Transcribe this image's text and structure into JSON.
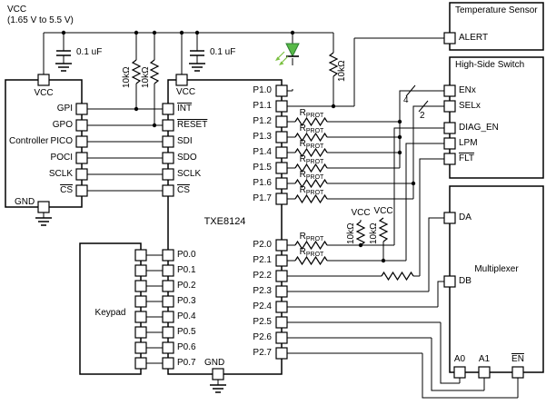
{
  "supply": {
    "vcc": "VCC",
    "range": "(1.65 V to 5.5 V)",
    "cap1": "0.1 uF",
    "cap2": "0.1 uF",
    "int_pullup": "10kΩ",
    "reset_pullup": "10kΩ",
    "alert_pullup": "10kΩ",
    "p2_pullup_vcc_1": "VCC",
    "p2_pullup_vcc_2": "VCC",
    "p2_pullup_1": "10kΩ",
    "p2_pullup_2": "10kΩ"
  },
  "controller": {
    "title": "Controller",
    "vcc": "VCC",
    "gnd": "GND",
    "pins": [
      "GPI",
      "GPO",
      "PICO",
      "POCI",
      "SCLK",
      "CS"
    ]
  },
  "chip": {
    "title": "TXE8124",
    "vcc": "VCC",
    "gnd": "GND",
    "spi_pins": [
      "INT",
      "RESET",
      "SDI",
      "SDO",
      "SCLK",
      "CS"
    ],
    "p0_pins": [
      "P0.0",
      "P0.1",
      "P0.2",
      "P0.3",
      "P0.4",
      "P0.5",
      "P0.6",
      "P0.7"
    ],
    "p1_pins": [
      "P1.0",
      "P1.1",
      "P1.2",
      "P1.3",
      "P1.4",
      "P1.5",
      "P1.6",
      "P1.7"
    ],
    "p2_pins": [
      "P2.0",
      "P2.1",
      "P2.2",
      "P2.3",
      "P2.4",
      "P2.5",
      "P2.6",
      "P2.7"
    ]
  },
  "keypad": {
    "title": "Keypad"
  },
  "temperature_sensor": {
    "title": "Temperature Sensor",
    "alert": "ALERT"
  },
  "high_side_switch": {
    "title": "High-Side Switch",
    "pins": [
      "ENx",
      "SELx",
      "DIAG_EN",
      "LPM",
      "FLT"
    ]
  },
  "multiplexer": {
    "title": "Multiplexer",
    "da": "DA",
    "db": "DB",
    "a0": "A0",
    "a1": "A1",
    "en": "EN"
  },
  "buses": {
    "enx_width": "4",
    "selx_width": "2"
  },
  "labels": {
    "rprot_base": "R",
    "rprot_sub": "PROT"
  }
}
